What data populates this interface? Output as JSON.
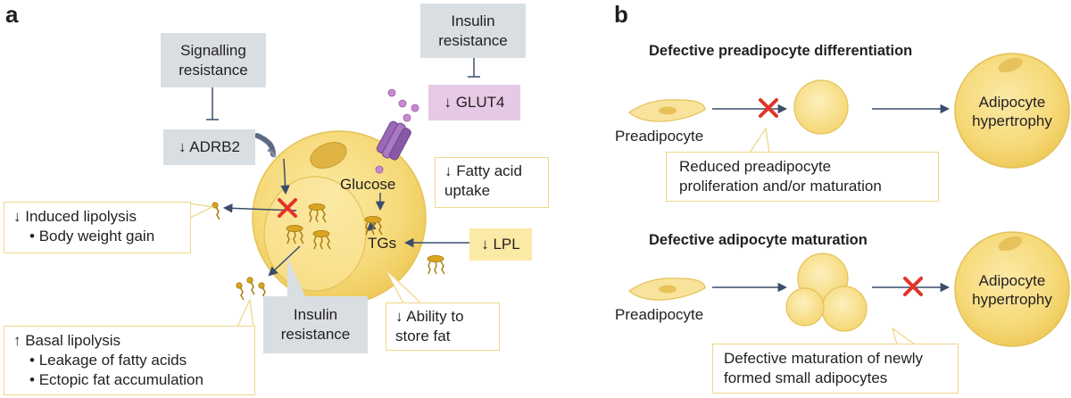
{
  "panel_a": {
    "letter": "a",
    "signalling_resistance": [
      "Signalling",
      "resistance"
    ],
    "insulin_resistance_top": [
      "Insulin",
      "resistance"
    ],
    "adrb2": "↓ ADRB2",
    "glut4": "↓ GLUT4",
    "glucose": "Glucose",
    "tgs": "TGs",
    "lpl": "↓ LPL",
    "fatty_acid_uptake": [
      "↓ Fatty acid",
      "uptake"
    ],
    "induced_lipolysis": {
      "title": "↓ Induced lipolysis",
      "bullets": [
        "Body weight gain"
      ]
    },
    "insulin_resistance_bottom": [
      "Insulin",
      "resistance"
    ],
    "ability_to_store": [
      "↓ Ability to",
      "store fat"
    ],
    "basal_lipolysis": {
      "title": "↑ Basal lipolysis",
      "bullets": [
        "Leakage of fatty acids",
        "Ectopic fat accumulation"
      ]
    }
  },
  "panel_b": {
    "letter": "b",
    "top": {
      "title": "Defective preadipocyte differentiation",
      "preadipocyte": "Preadipocyte",
      "hypertrophy": [
        "Adipocyte",
        "hypertrophy"
      ],
      "callout": [
        "Reduced preadipocyte",
        "proliferation and/or maturation"
      ]
    },
    "bottom": {
      "title": "Defective adipocyte maturation",
      "preadipocyte": "Preadipocyte",
      "hypertrophy": [
        "Adipocyte",
        "hypertrophy"
      ],
      "callout": [
        "Defective maturation of newly",
        "formed small adipocytes"
      ]
    }
  },
  "colors": {
    "cell_fill": "#f7dc7a",
    "cell_stroke": "#e7c65a",
    "grey_box": "#d9dee3",
    "purple_box": "#e6c9e4",
    "yellow_box": "#fbe9a6",
    "arrow": "#3b4d6b",
    "red_x": "#e2332a"
  },
  "icons": {
    "inhibition": "inhibition-bar-icon",
    "block": "red-x-icon",
    "arrow": "arrow-icon",
    "receptor": "adrb2-receptor-icon",
    "transporter": "glut4-transporter-icon",
    "fatty_acid": "fatty-acid-icon",
    "triglyceride": "triglyceride-icon"
  }
}
